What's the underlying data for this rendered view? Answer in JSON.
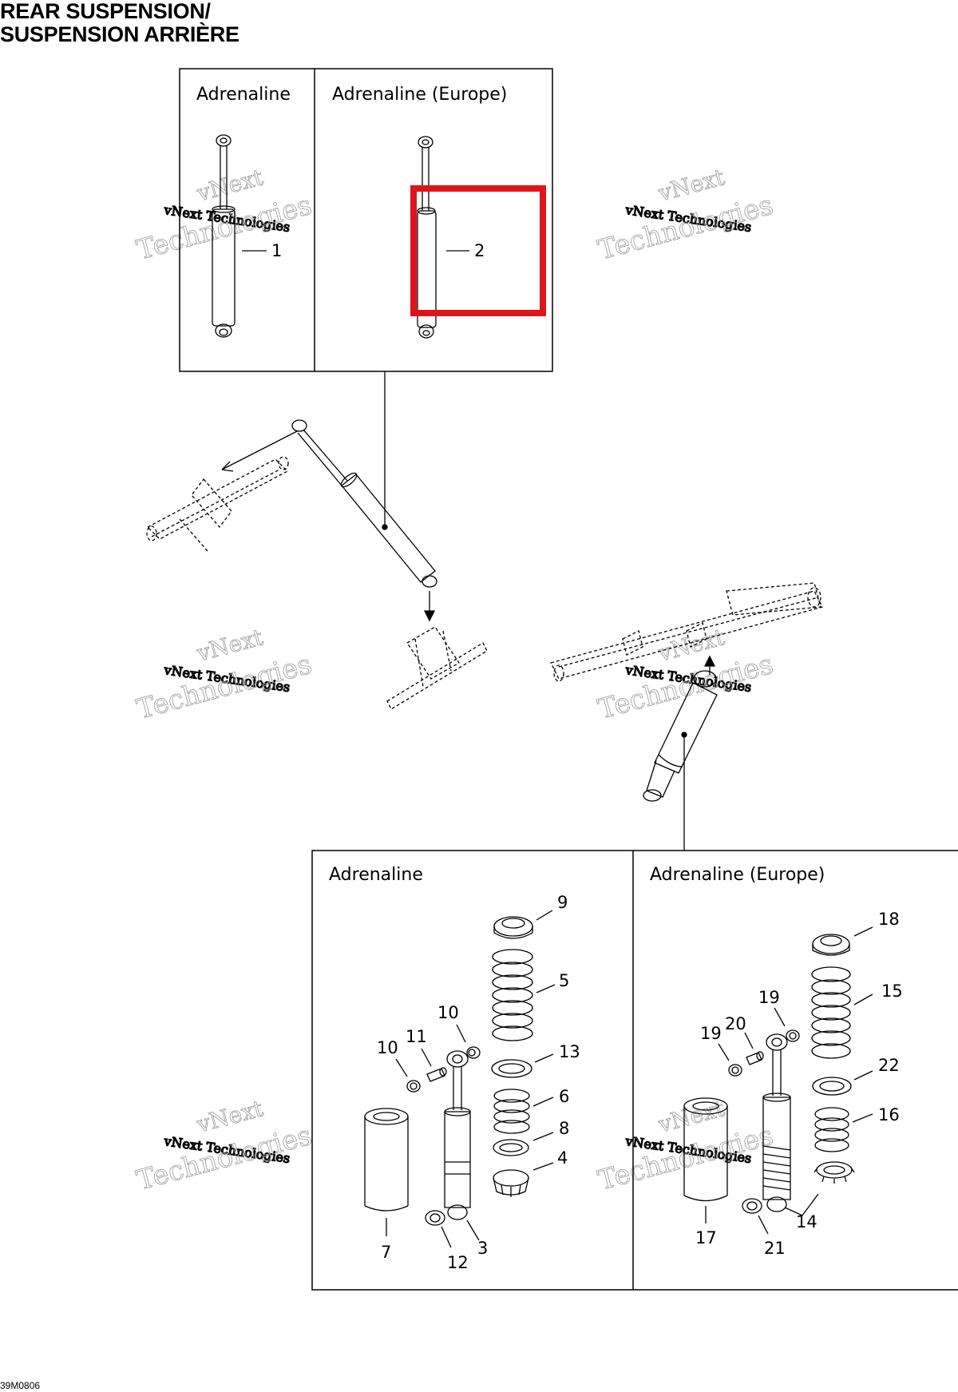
{
  "title": {
    "line1": "REAR SUSPENSION/",
    "line2": "SUSPENSION ARRIÈRE"
  },
  "drawing_code": "39M0806",
  "watermark": {
    "word1": "vNext",
    "word2": "Technologies",
    "small": "vNext Technologies"
  },
  "top_panels": [
    {
      "label": "Adrenaline",
      "callout": "1"
    },
    {
      "label": "Adrenaline (Europe)",
      "callout": "2"
    }
  ],
  "bottom_panels": [
    {
      "label": "Adrenaline",
      "callouts": [
        "9",
        "5",
        "10",
        "11",
        "10",
        "13",
        "6",
        "8",
        "4",
        "7",
        "12",
        "3"
      ]
    },
    {
      "label": "Adrenaline (Europe)",
      "callouts": [
        "18",
        "15",
        "19",
        "20",
        "19",
        "22",
        "16",
        "14",
        "17",
        "21"
      ]
    }
  ],
  "highlight": {
    "color": "#e0141b",
    "target": "2"
  }
}
